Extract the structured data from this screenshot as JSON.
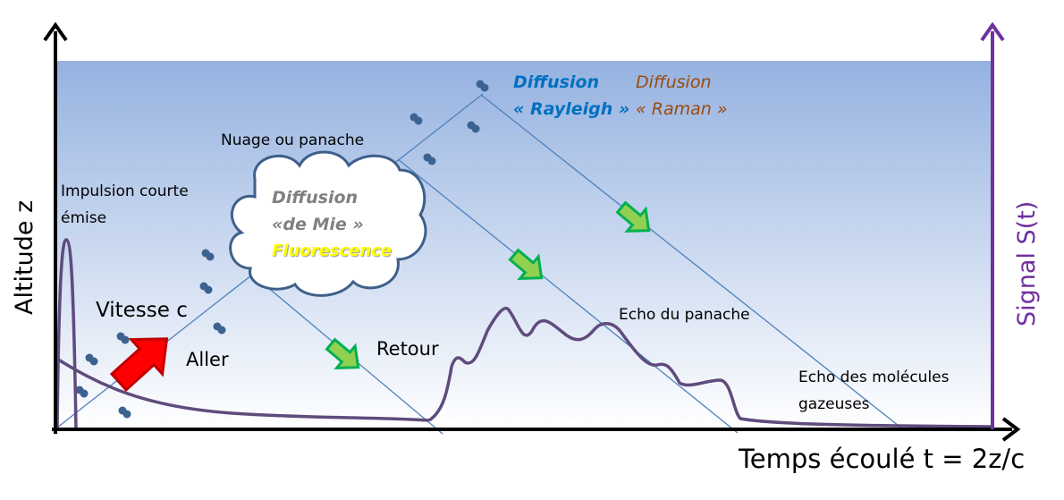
{
  "axes": {
    "y_label": "Altitude  z",
    "x_label": "Temps écoulé t = 2z/c",
    "signal_label": "Signal S(t)"
  },
  "labels": {
    "pulse": "Impulsion courte",
    "pulse_line2": "émise",
    "cloud": "Nuage ou panache",
    "speed": "Vitesse c",
    "outgoing": "Aller",
    "return": "Retour",
    "plume_echo": "Echo du panache",
    "gas_echo": "Echo des molécules",
    "gas_echo_line2": "gazeuses"
  },
  "cloud_text": {
    "line1": "Diffusion",
    "line2": "«de Mie »",
    "line3": "Fluorescence"
  },
  "rayleigh": {
    "line1": "Diffusion",
    "line2": "« Rayleigh »"
  },
  "raman": {
    "line1": "Diffusion",
    "line2": "« Raman »"
  },
  "colors": {
    "signal": "#5f4b7d",
    "signal_axis": "#7030a0",
    "beam": "#4f81bd",
    "rayleigh": "#0070c0",
    "raman": "#9c4a0c",
    "fluorescence": "#ffff00",
    "mie": "#808080",
    "arrow_out": "#ff0000",
    "arrow_back": "#92d050"
  }
}
